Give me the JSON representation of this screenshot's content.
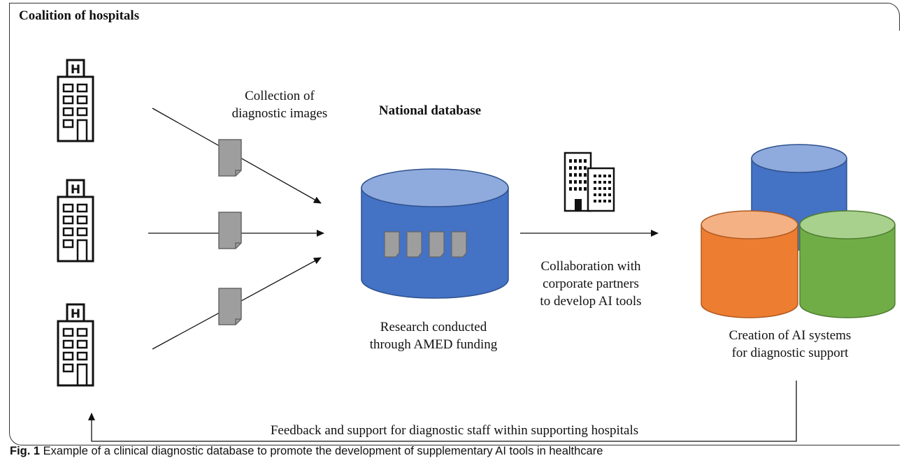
{
  "frame_title": "Coalition of hospitals",
  "labels": {
    "collection": [
      "Collection of",
      "diagnostic images"
    ],
    "national_db": "National database",
    "research": [
      "Research conducted",
      "through AMED funding"
    ],
    "collaboration": [
      "Collaboration with",
      "corporate partners",
      "to develop AI tools"
    ],
    "creation": [
      "Creation of AI systems",
      "for diagnostic support"
    ],
    "feedback": "Feedback and support for diagnostic staff within supporting hospitals"
  },
  "hospital_letter": "H",
  "caption": {
    "prefix": "Fig. 1",
    "text": " Example of a clinical diagnostic database to promote the development of supplementary AI tools in healthcare"
  },
  "colors": {
    "db_blue": "#4472c4",
    "db_blue_top": "#8faadc",
    "orange": "#ed7d31",
    "orange_top": "#f4b183",
    "green": "#70ad47",
    "green_top": "#a9d18e",
    "document_gray": "#9e9e9e"
  }
}
